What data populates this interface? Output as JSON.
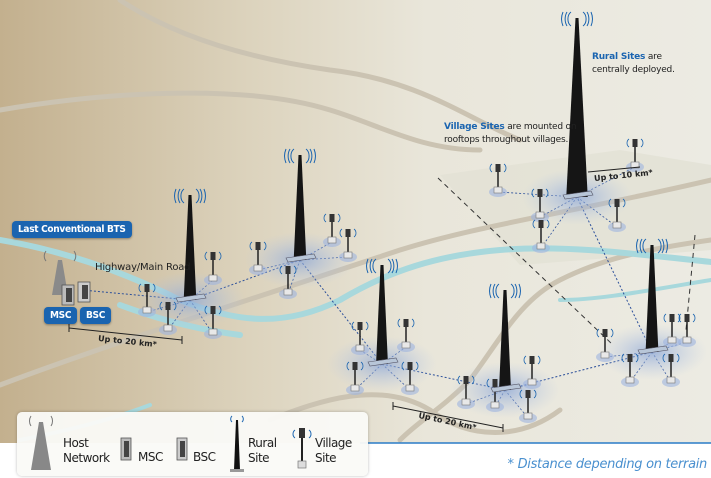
{
  "labels": {
    "last_bts": "Last Conventional BTS",
    "highway": "Highway/Main Road",
    "msc": "MSC",
    "bsc": "BSC",
    "rural_note_strong": "Rural Sites",
    "rural_note_rest": " are",
    "rural_note_line2": "centrally deployed.",
    "village_note_strong": "Village Sites",
    "village_note_rest": " are mounted on",
    "village_note_line2": "rooftops throughout villages.",
    "dist_20_left": "Up to 20 km*",
    "dist_20_mid": "Up to 20 km*",
    "dist_10": "Up to 10 km*"
  },
  "legend": {
    "host_line1": "Host",
    "host_line2": "Network",
    "msc": "MSC",
    "bsc": "BSC",
    "rural_line1": "Rural",
    "rural_line2": "Site",
    "village_line1": "Village",
    "village_line2": "Site"
  },
  "footnote": "* Distance depending on terrain",
  "colors": {
    "accent": "#1a64b0",
    "river": "#a8d8dc",
    "footnote": "#4a90cf"
  }
}
